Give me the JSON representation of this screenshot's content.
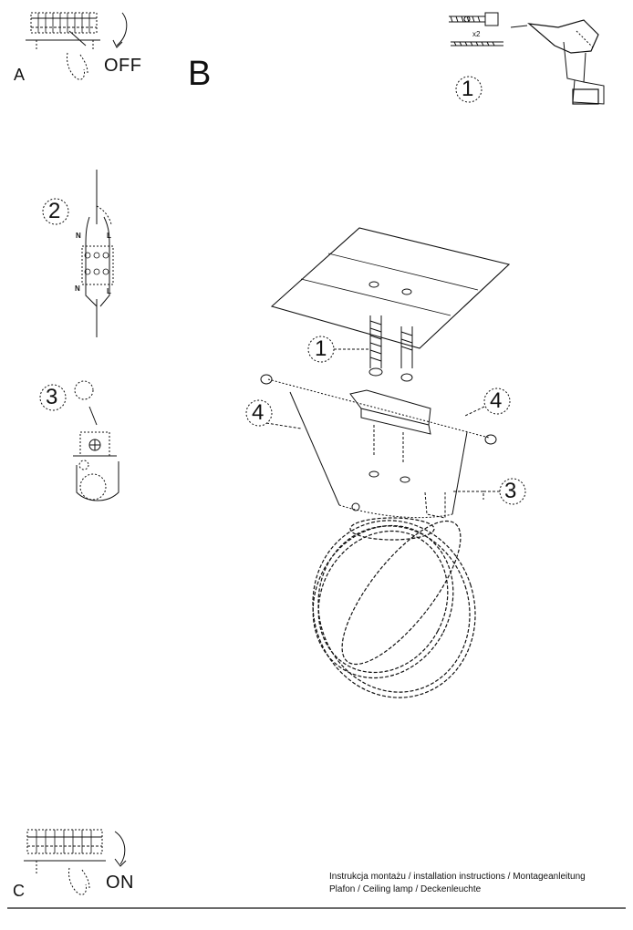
{
  "steps": {
    "a": "A",
    "b": "B",
    "c": "C"
  },
  "switch": {
    "off": "OFF",
    "on": "ON"
  },
  "kit": {
    "quantity": "x2",
    "callout": "1"
  },
  "wiring": {
    "callout": "2",
    "n_top": "N",
    "l_top": "L",
    "n_bottom": "N",
    "l_bottom": "L"
  },
  "screw_detail": {
    "callout": "3"
  },
  "assembly": {
    "callout_bolts": "1",
    "callout_screw_left": "4",
    "callout_screw_right": "4",
    "callout_cap": "3"
  },
  "footer": {
    "line1": "Instrukcja montażu / installation instructions / Montageanleitung",
    "line2": "Plafon / Ceiling lamp / Deckenleuchte"
  },
  "colors": {
    "ink": "#111111",
    "paper": "#ffffff"
  }
}
